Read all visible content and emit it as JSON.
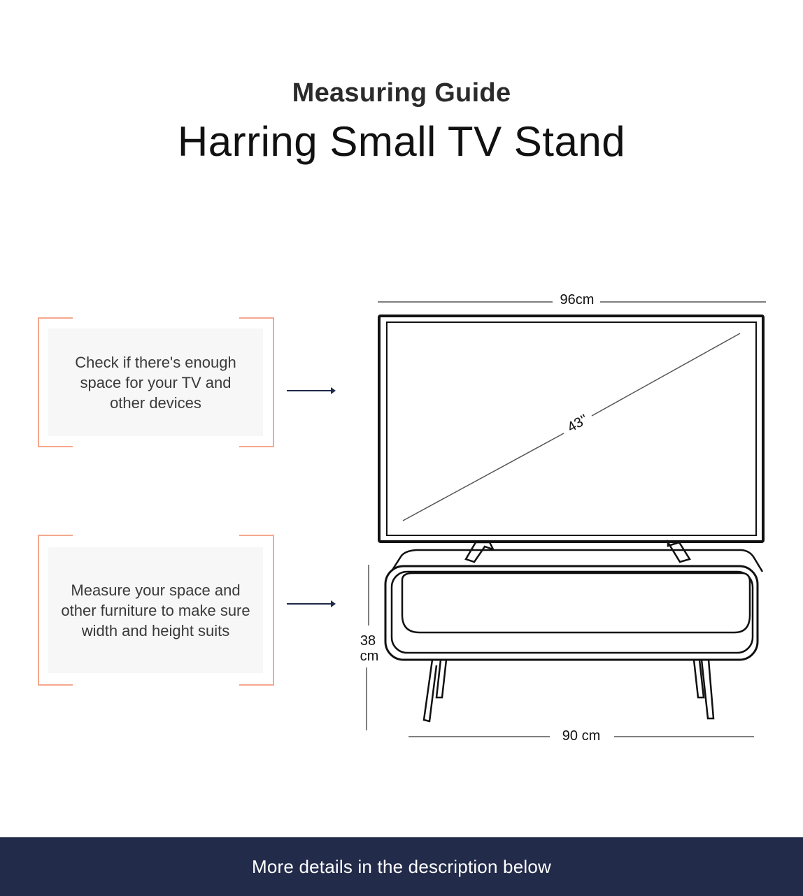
{
  "header": {
    "eyebrow": "Measuring Guide",
    "title": "Harring Small TV Stand"
  },
  "callouts": [
    {
      "text": "Check if there's enough space for your TV and other devices"
    },
    {
      "text": "Measure your space and other furniture to make sure width and height suits"
    }
  ],
  "diagram": {
    "tv_width": "96cm",
    "tv_diagonal": "43''",
    "stand_height_value": "38",
    "stand_height_unit": "cm",
    "stand_width": "90 cm"
  },
  "footer": {
    "text": "More details in the description below"
  },
  "colors": {
    "accent_bracket": "#f5a88c",
    "footer_bg": "#232b4a",
    "arrow": "#1f2a4a",
    "panel_bg": "#f7f7f7"
  }
}
